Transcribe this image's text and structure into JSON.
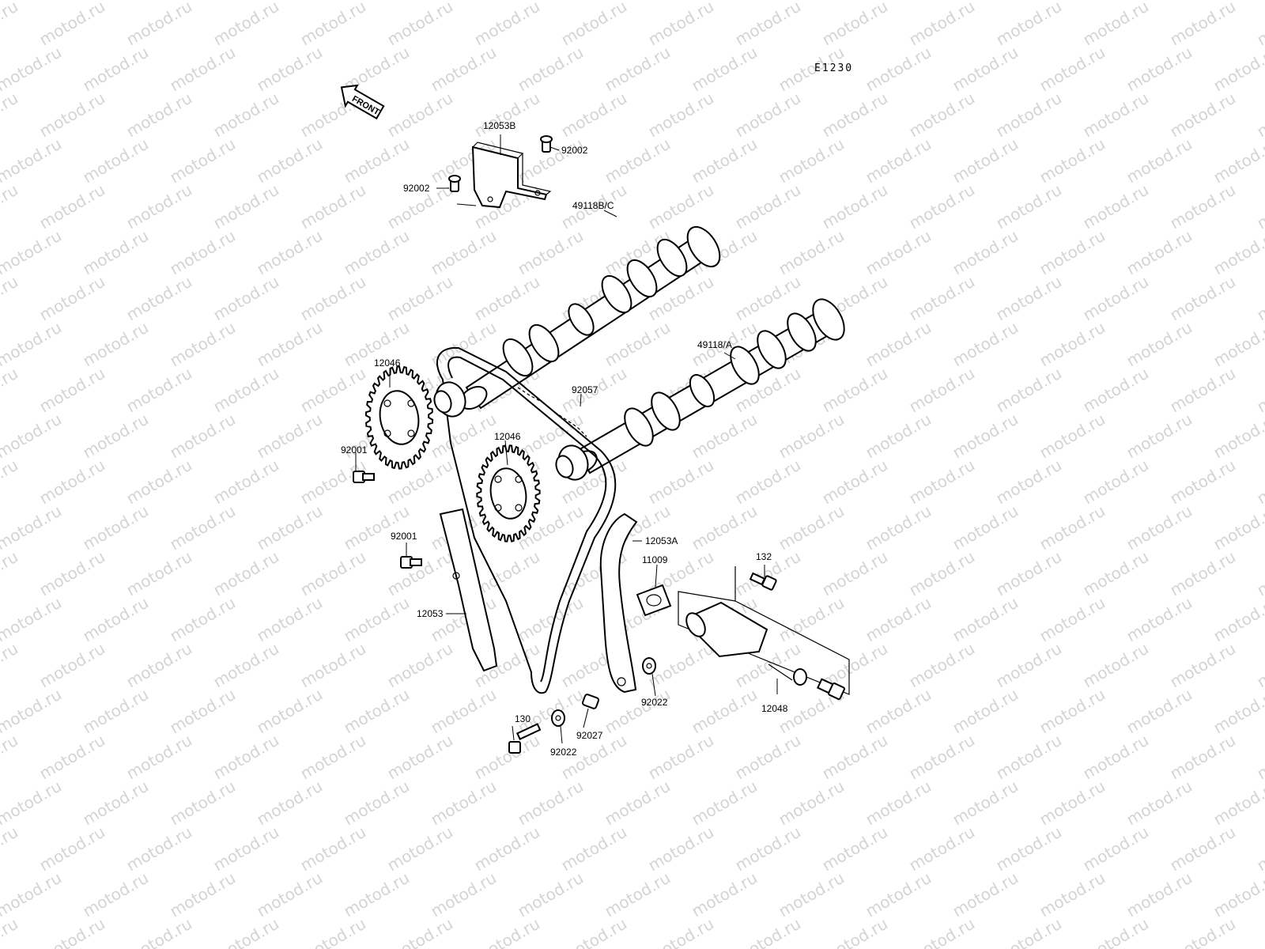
{
  "watermark": {
    "text": "motod.ru",
    "color": "#d4d4d4"
  },
  "diagram_code": "E1230",
  "front_arrow": {
    "label": "FRONT",
    "icon": "front-direction-arrow-icon"
  },
  "parts": [
    {
      "id": "bracket-bolt-left",
      "label": "92002"
    },
    {
      "id": "bracket-bolt-right",
      "label": "92002"
    },
    {
      "id": "camshaft-bracket",
      "label": "12053B"
    },
    {
      "id": "exhaust-camshaft",
      "label": "49118B/C"
    },
    {
      "id": "intake-camshaft",
      "label": "49118/A"
    },
    {
      "id": "upper-sprocket",
      "label": "12046"
    },
    {
      "id": "lower-sprocket",
      "label": "12046"
    },
    {
      "id": "cam-chain",
      "label": "92057"
    },
    {
      "id": "sprocket-bolt-upper",
      "label": "92001"
    },
    {
      "id": "sprocket-bolt-lower",
      "label": "92001"
    },
    {
      "id": "front-chain-guide",
      "label": "12053"
    },
    {
      "id": "rear-chain-guide",
      "label": "12053A"
    },
    {
      "id": "tensioner-gasket",
      "label": "11009"
    },
    {
      "id": "tensioner-bolt",
      "label": "132"
    },
    {
      "id": "chain-tensioner",
      "label": "12048"
    },
    {
      "id": "guide-washer-right",
      "label": "92022"
    },
    {
      "id": "guide-collar",
      "label": "92027"
    },
    {
      "id": "guide-washer-left",
      "label": "92022"
    },
    {
      "id": "guide-pivot-bolt",
      "label": "130"
    }
  ]
}
